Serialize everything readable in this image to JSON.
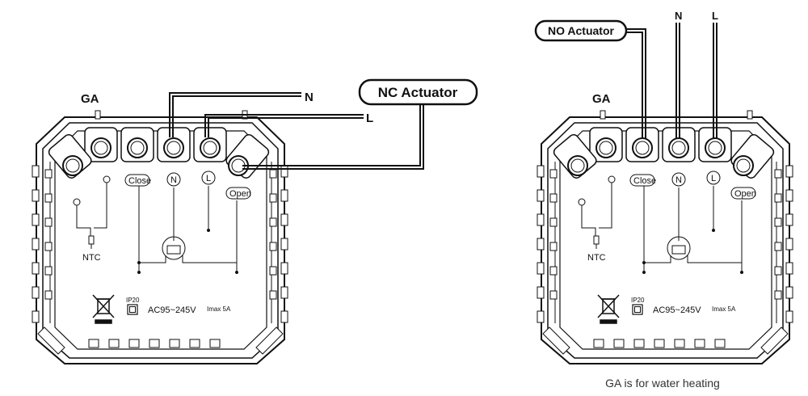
{
  "left_diagram": {
    "device_label": "GA",
    "actuator_label": "NC Actuator",
    "wire_n": "N",
    "wire_l": "L",
    "terminals": {
      "close": "Close",
      "n": "N",
      "l": "L",
      "open": "Open"
    },
    "sensor_label": "NTC",
    "ip_rating": "IP20",
    "voltage": "AC95~245V",
    "current": "Imax 5A"
  },
  "right_diagram": {
    "device_label": "GA",
    "actuator_label": "NO Actuator",
    "wire_n": "N",
    "wire_l": "L",
    "terminals": {
      "close": "Close",
      "n": "N",
      "l": "L",
      "open": "Open"
    },
    "sensor_label": "NTC",
    "ip_rating": "IP20",
    "voltage": "AC95~245V",
    "current": "Imax 5A"
  },
  "caption": "GA is for water heating"
}
